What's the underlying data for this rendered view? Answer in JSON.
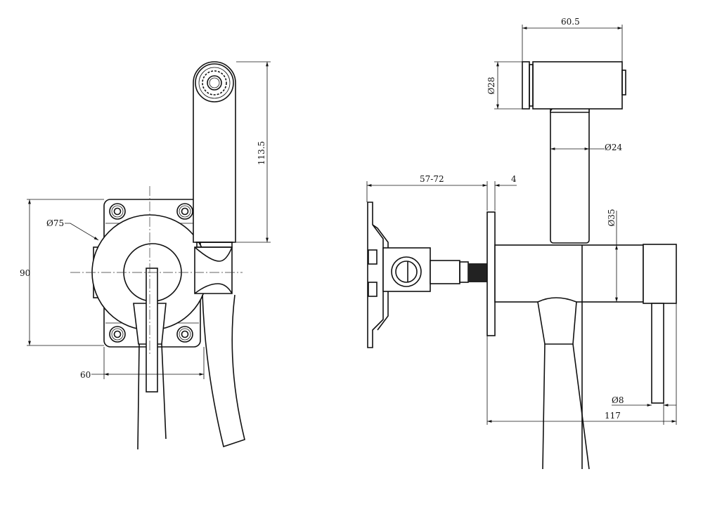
{
  "title": "Bidet shower mixer technical drawing",
  "colors": {
    "line": "#111111",
    "background": "#ffffff"
  },
  "front_view": {
    "dim_height_shower": "113.5",
    "dim_diameter_cover": "Ø75",
    "dim_height_plate": "90",
    "dim_width_plate": "60"
  },
  "side_view": {
    "dim_head_length": "60.5",
    "dim_head_diameter": "Ø28",
    "dim_stem_diameter": "Ø24",
    "dim_install_depth": "57-72",
    "dim_plate_thickness": "4",
    "dim_body_diameter": "Ø35",
    "dim_lever_diameter": "Ø8",
    "dim_total_length": "117"
  }
}
